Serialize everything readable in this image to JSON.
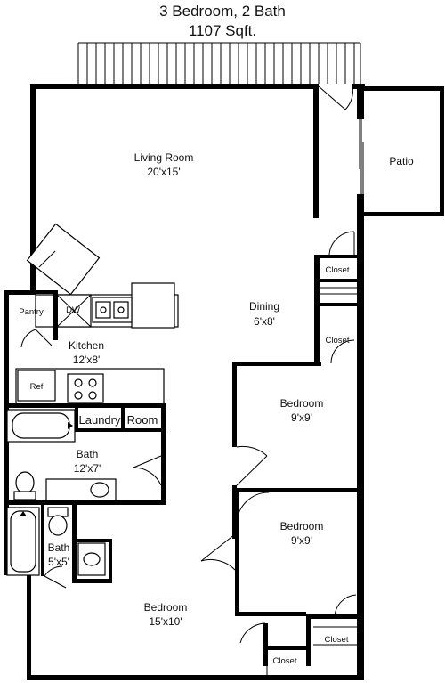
{
  "title": {
    "line1": "3 Bedroom, 2 Bath",
    "line2": "1107 Sqft."
  },
  "rooms": {
    "living_room": {
      "name": "Living Room",
      "size": "20'x15'"
    },
    "patio": {
      "name": "Patio"
    },
    "dining": {
      "name": "Dining",
      "size": "6'x8'"
    },
    "pantry": {
      "name": "Pantry"
    },
    "kitchen": {
      "name": "Kitchen",
      "size": "12'x8'"
    },
    "bedroom_mid": {
      "name": "Bedroom",
      "size": "9'x9'"
    },
    "bedroom_lower": {
      "name": "Bedroom",
      "size": "9'x9'"
    },
    "bedroom_main": {
      "name": "Bedroom",
      "size": "15'x10'"
    },
    "bath_main": {
      "name": "Bath",
      "size": "12'x7'"
    },
    "bath_small": {
      "name": "Bath",
      "size": "5'x5'"
    },
    "laundry": {
      "name": "Laundry"
    },
    "laundry_room": {
      "name": "Room"
    }
  },
  "closets": {
    "closet_1": "Closet",
    "closet_2": "Closet",
    "closet_3": "Closet",
    "closet_4": "Closet"
  },
  "appliances": {
    "dishwasher": "DW",
    "refrigerator": "Ref"
  }
}
